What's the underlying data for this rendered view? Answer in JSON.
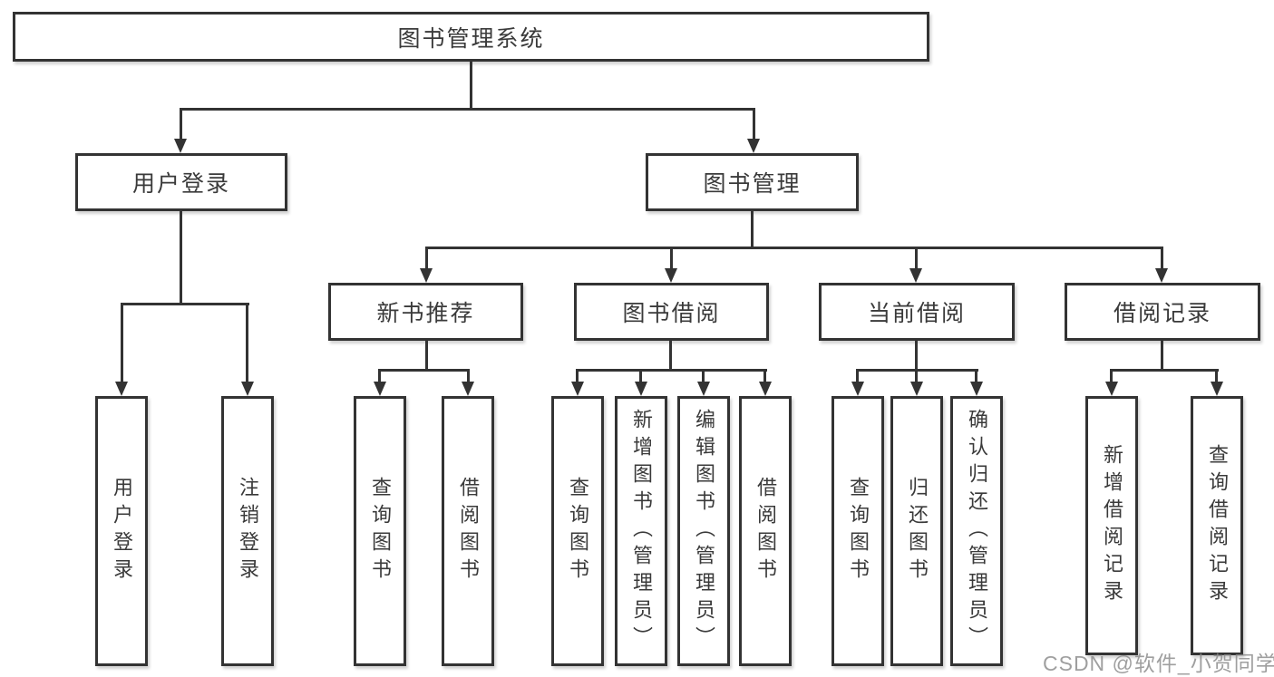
{
  "diagram_title": "图书管理系统",
  "nodes": {
    "root": {
      "label": "图书管理系统"
    },
    "user_login": {
      "label": "用户登录"
    },
    "book_mgmt": {
      "label": "图书管理"
    },
    "new_book": {
      "label": "新书推荐"
    },
    "book_borrow": {
      "label": "图书借阅"
    },
    "current_borrow": {
      "label": "当前借阅"
    },
    "borrow_record": {
      "label": "借阅记录"
    },
    "leaves": {
      "login": {
        "label": "用户登录"
      },
      "logout": {
        "label": "注销登录"
      },
      "nb_query": {
        "label": "查询图书"
      },
      "nb_borrow": {
        "label": "借阅图书"
      },
      "bb_query": {
        "label": "查询图书"
      },
      "bb_add": {
        "label": "新增图书（管理员）"
      },
      "bb_edit": {
        "label": "编辑图书（管理员）"
      },
      "bb_borrow": {
        "label": "借阅图书"
      },
      "cb_query": {
        "label": "查询图书"
      },
      "cb_return": {
        "label": "归还图书"
      },
      "cb_confirm": {
        "label": "确认归还（管理员）"
      },
      "br_add": {
        "label": "新增借阅记录"
      },
      "br_query": {
        "label": "查询借阅记录"
      }
    },
    "edges": [
      {
        "from": "图书管理系统",
        "to": [
          "用户登录",
          "图书管理"
        ]
      },
      {
        "from": "用户登录",
        "to": [
          "用户登录",
          "注销登录"
        ]
      },
      {
        "from": "图书管理",
        "to": [
          "新书推荐",
          "图书借阅",
          "当前借阅",
          "借阅记录"
        ]
      },
      {
        "from": "新书推荐",
        "to": [
          "查询图书",
          "借阅图书"
        ]
      },
      {
        "from": "图书借阅",
        "to": [
          "查询图书",
          "新增图书（管理员）",
          "编辑图书（管理员）",
          "借阅图书"
        ]
      },
      {
        "from": "当前借阅",
        "to": [
          "查询图书",
          "归还图书",
          "确认归还（管理员）"
        ]
      },
      {
        "from": "借阅记录",
        "to": [
          "新增借阅记录",
          "查询借阅记录"
        ]
      }
    ]
  },
  "watermark": {
    "text": "CSDN @软件_小贺同学"
  },
  "colors": {
    "line": "#333333",
    "text": "#3a3a3a",
    "watermark": "#9a9a9a",
    "background": "#ffffff"
  }
}
